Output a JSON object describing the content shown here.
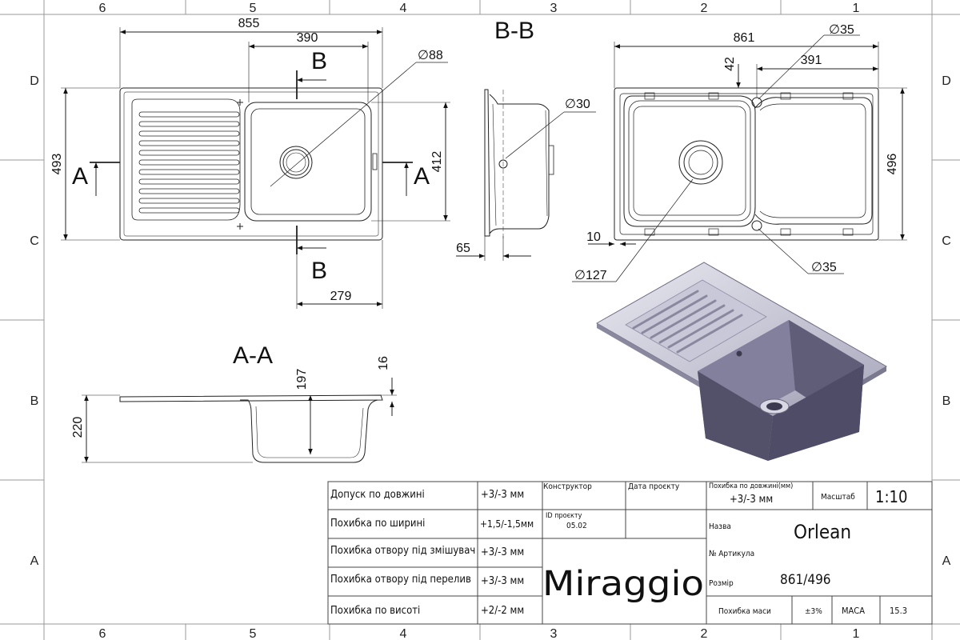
{
  "zone_columns": [
    "6",
    "5",
    "4",
    "3",
    "2",
    "1"
  ],
  "zone_rows": [
    "D",
    "C",
    "B",
    "A"
  ],
  "views": {
    "top": {
      "dims": {
        "width": "855",
        "bowl_offset": "390",
        "drain": "∅88",
        "height": "493",
        "bowl_height": "412",
        "bottom": "279"
      },
      "section_marks": {
        "a": "A",
        "b": "B"
      }
    },
    "section_bb": {
      "title": "B-B",
      "dims": {
        "hole": "∅30",
        "flange": "65"
      }
    },
    "section_aa": {
      "title": "A-A",
      "dims": {
        "depth": "197",
        "rim": "16",
        "total": "220"
      }
    },
    "bottom": {
      "dims": {
        "width": "861",
        "top_hole": "∅35",
        "edge": "42",
        "right": "391",
        "height": "496",
        "lip": "10",
        "drain": "∅127",
        "bottom_hole": "∅35"
      }
    }
  },
  "title_block": {
    "tolerances": [
      {
        "label": "Допуск по довжині",
        "value": "+3/-3 мм"
      },
      {
        "label": "Похибка по ширині",
        "value": "+1,5/-1,5мм"
      },
      {
        "label": "Похибка отвору під змішувач",
        "value": "+3/-3 мм"
      },
      {
        "label": "Похибка отвору під перелив",
        "value": "+3/-3 мм"
      },
      {
        "label": "Похибка по висоті",
        "value": "+2/-2 мм"
      }
    ],
    "designer_label": "Конструктор",
    "project_date_label": "Дата проєкту",
    "project_id_label": "ID проєкту",
    "project_id": "05.02",
    "brand": "Miraggio",
    "length_tol_label": "Похибка по довжині(мм)",
    "length_tol_value": "+3/-3 мм",
    "scale_label": "Масштаб",
    "scale_value": "1:10",
    "name_label": "Назва",
    "name_value": "Orlean",
    "article_label": "№ Артикула",
    "size_label": "Розмір",
    "size_value": "861/496",
    "mass_tol_label": "Похибка маси",
    "mass_tol_value": "±3%",
    "mass_label": "МАСА",
    "mass_value": "15.3"
  }
}
